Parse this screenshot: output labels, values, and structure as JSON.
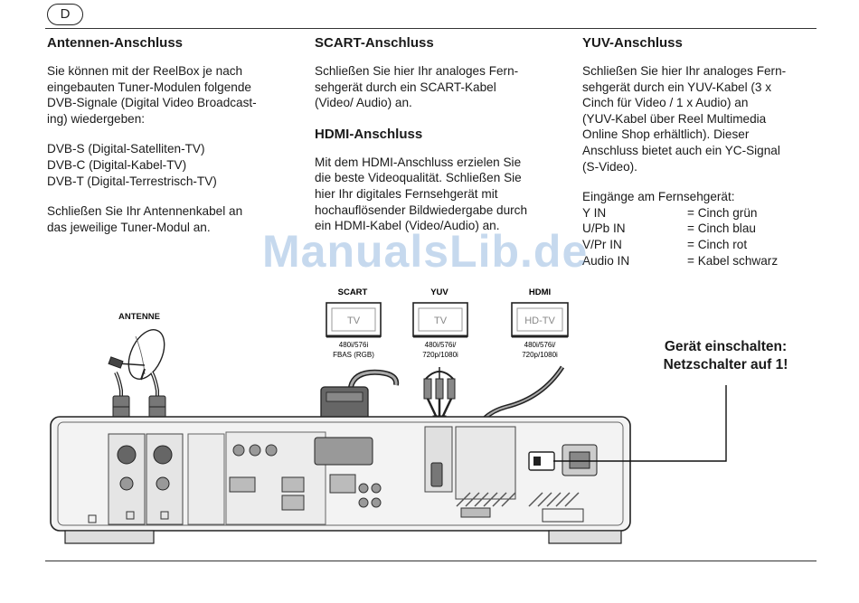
{
  "header": {
    "language_badge": "D"
  },
  "col1": {
    "heading": "Antennen-Anschluss",
    "para1": [
      "Sie können mit der ReelBox je nach",
      "eingebauten Tuner-Modulen folgende",
      "DVB-Signale (Digital Video Broadcast-",
      "ing) wiedergeben:"
    ],
    "list": [
      "DVB-S (Digital-Satelliten-TV)",
      "DVB-C (Digital-Kabel-TV)",
      "DVB-T (Digital-Terrestrisch-TV)"
    ],
    "para2": [
      "Schließen Sie Ihr Antennenkabel an",
      "das jeweilige Tuner-Modul an."
    ]
  },
  "col2": {
    "heading1": "SCART-Anschluss",
    "para1": [
      "Schließen Sie hier Ihr analoges Fern-",
      "sehgerät durch ein SCART-Kabel",
      "(Video/ Audio) an."
    ],
    "heading2": "HDMI-Anschluss",
    "para2": [
      "Mit dem HDMI-Anschluss erzielen Sie",
      "die beste Videoqualität. Schließen Sie",
      "hier Ihr digitales Fernsehgerät mit",
      "hochauflösender Bildwiedergabe durch",
      "ein HDMI-Kabel (Video/Audio) an."
    ]
  },
  "col3": {
    "heading": "YUV-Anschluss",
    "para1": [
      "Schließen Sie hier Ihr analoges Fern-",
      "sehgerät durch ein YUV-Kabel (3 x",
      "Cinch für Video / 1 x Audio) an",
      "(YUV-Kabel über Reel Multimedia",
      "Online Shop erhältlich). Dieser",
      "Anschluss bietet auch ein YC-Signal",
      "(S-Video)."
    ],
    "inputs_title": "Eingänge am Fernsehgerät:",
    "inputs": [
      {
        "key": "Y IN",
        "value": "= Cinch grün"
      },
      {
        "key": "U/Pb IN",
        "value": "= Cinch blau"
      },
      {
        "key": "V/Pr IN",
        "value": "= Cinch rot"
      },
      {
        "key": "Audio IN",
        "value": "= Kabel schwarz"
      }
    ]
  },
  "watermark": "ManualsLib.de",
  "diagram": {
    "antenna_label": "ANTENNE",
    "scart": {
      "label": "SCART",
      "screen": "TV",
      "spec1": "480i/576i",
      "spec2": "FBAS (RGB)"
    },
    "yuv": {
      "label": "YUV",
      "screen": "TV",
      "spec1": "480i/576i/",
      "spec2": "720p/1080i"
    },
    "hdmi": {
      "label": "HDMI",
      "screen": "HD-TV",
      "spec1": "480i/576i/",
      "spec2": "720p/1080i"
    }
  },
  "callout": {
    "line1": "Gerät einschalten:",
    "line2": "Netzschalter auf 1!"
  }
}
